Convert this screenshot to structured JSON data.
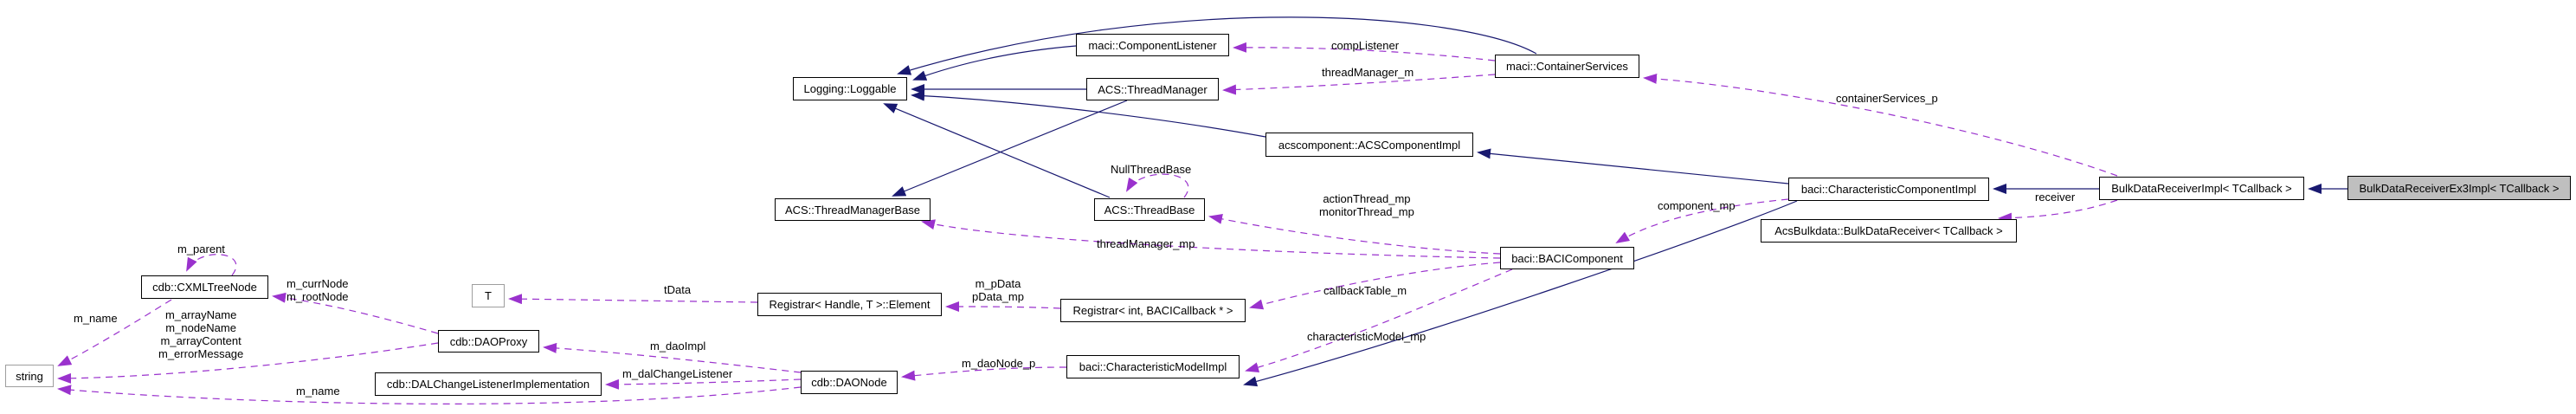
{
  "diagram": {
    "kind": "collaboration-graph",
    "highlighted_node": "BulkDataReceiverEx3Impl< TCallback >",
    "colors": {
      "background": "#ffffff",
      "node_fill": "#ffffff",
      "node_border": "#000000",
      "external_node_border": "#9e9e9e",
      "highlight_node_fill": "#bfbfbf",
      "inheritance_edge": "#191970",
      "usage_edge": "#9a32cd",
      "label_text": "#000000"
    }
  },
  "nodes": {
    "loggable": {
      "label": "Logging::Loggable"
    },
    "component_listener": {
      "label": "maci::ComponentListener"
    },
    "thread_manager": {
      "label": "ACS::ThreadManager"
    },
    "container_services": {
      "label": "maci::ContainerServices"
    },
    "acscomponent_impl": {
      "label": "acscomponent::ACSComponentImpl"
    },
    "thread_base": {
      "label": "ACS::ThreadBase"
    },
    "thread_manager_base": {
      "label": "ACS::ThreadManagerBase"
    },
    "char_component_impl": {
      "label": "baci::CharacteristicComponentImpl"
    },
    "bulkdata_receiver_impl": {
      "label": "BulkDataReceiverImpl< TCallback >"
    },
    "bulkdata_receiver_ex3": {
      "label": "BulkDataReceiverEx3Impl< TCallback >"
    },
    "acsbulkdata_receiver": {
      "label": "AcsBulkdata::BulkDataReceiver< TCallback >"
    },
    "baci_component": {
      "label": "baci::BACIComponent"
    },
    "cxmltreenode": {
      "label": "cdb::CXMLTreeNode"
    },
    "t": {
      "label": "T"
    },
    "registrar_element": {
      "label": "Registrar< Handle, T >::Element"
    },
    "registrar_int": {
      "label": "Registrar< int, BACICallback * >"
    },
    "char_model_impl": {
      "label": "baci::CharacteristicModelImpl"
    },
    "daoproxy": {
      "label": "cdb::DAOProxy"
    },
    "dalchangelistener": {
      "label": "cdb::DALChangeListenerImplementation"
    },
    "daonode": {
      "label": "cdb::DAONode"
    },
    "string": {
      "label": "string"
    }
  },
  "edge_labels": {
    "comp_listener": {
      "lines": [
        "compListener"
      ]
    },
    "thread_manager_m": {
      "lines": [
        "threadManager_m"
      ]
    },
    "container_services_p": {
      "lines": [
        "containerServices_p"
      ]
    },
    "component_mp": {
      "lines": [
        "component_mp"
      ]
    },
    "action_monitor": {
      "lines": [
        "actionThread_mp",
        "monitorThread_mp"
      ]
    },
    "thread_manager_mp": {
      "lines": [
        "threadManager_mp"
      ]
    },
    "null_thread_base": {
      "lines": [
        "NullThreadBase"
      ]
    },
    "callback_table_m": {
      "lines": [
        "callbackTable_m"
      ]
    },
    "characteristic_model_mp": {
      "lines": [
        "characteristicModel_mp"
      ]
    },
    "m_pdata": {
      "lines": [
        "m_pData",
        "pData_mp"
      ]
    },
    "tdata": {
      "lines": [
        "tData"
      ]
    },
    "m_parent": {
      "lines": [
        "m_parent"
      ]
    },
    "m_currnode": {
      "lines": [
        "m_currNode",
        "m_rootNode"
      ]
    },
    "m_name_tree": {
      "lines": [
        "m_name"
      ]
    },
    "m_array_block": {
      "lines": [
        "m_arrayName",
        "m_nodeName",
        "m_arrayContent",
        "m_errorMessage"
      ]
    },
    "m_daoimpl": {
      "lines": [
        "m_daoImpl"
      ]
    },
    "m_dalchangelistener": {
      "lines": [
        "m_dalChangeListener"
      ]
    },
    "m_name_daonode": {
      "lines": [
        "m_name"
      ]
    },
    "m_daonode_p": {
      "lines": [
        "m_daoNode_p"
      ]
    },
    "receiver": {
      "lines": [
        "receiver"
      ]
    }
  },
  "edges": [
    {
      "from": "maci::ComponentListener",
      "to": "Logging::Loggable",
      "type": "inheritance"
    },
    {
      "from": "ACS::ThreadManager",
      "to": "Logging::Loggable",
      "type": "inheritance"
    },
    {
      "from": "maci::ContainerServices",
      "to": "Logging::Loggable",
      "type": "inheritance"
    },
    {
      "from": "acscomponent::ACSComponentImpl",
      "to": "Logging::Loggable",
      "type": "inheritance"
    },
    {
      "from": "ACS::ThreadBase",
      "to": "Logging::Loggable",
      "type": "inheritance"
    },
    {
      "from": "ACS::ThreadManager",
      "to": "ACS::ThreadManagerBase",
      "type": "inheritance"
    },
    {
      "from": "baci::CharacteristicComponentImpl",
      "to": "acscomponent::ACSComponentImpl",
      "type": "inheritance"
    },
    {
      "from": "baci::CharacteristicComponentImpl",
      "to": "baci::CharacteristicModelImpl",
      "type": "inheritance"
    },
    {
      "from": "BulkDataReceiverImpl< TCallback >",
      "to": "baci::CharacteristicComponentImpl",
      "type": "inheritance"
    },
    {
      "from": "BulkDataReceiverEx3Impl< TCallback >",
      "to": "BulkDataReceiverImpl< TCallback >",
      "type": "inheritance"
    },
    {
      "from": "maci::ContainerServices",
      "to": "maci::ComponentListener",
      "type": "usage",
      "label": "compListener"
    },
    {
      "from": "maci::ContainerServices",
      "to": "ACS::ThreadManager",
      "type": "usage",
      "label": "threadManager_m"
    },
    {
      "from": "BulkDataReceiverImpl< TCallback >",
      "to": "maci::ContainerServices",
      "type": "usage",
      "label": "containerServices_p"
    },
    {
      "from": "baci::CharacteristicComponentImpl",
      "to": "baci::BACIComponent",
      "type": "usage",
      "label": "component_mp"
    },
    {
      "from": "baci::BACIComponent",
      "to": "ACS::ThreadBase",
      "type": "usage",
      "label": "actionThread_mp monitorThread_mp"
    },
    {
      "from": "baci::BACIComponent",
      "to": "ACS::ThreadManagerBase",
      "type": "usage",
      "label": "threadManager_mp"
    },
    {
      "from": "baci::BACIComponent",
      "to": "Registrar< int, BACICallback * >",
      "type": "usage",
      "label": "callbackTable_m"
    },
    {
      "from": "baci::BACIComponent",
      "to": "baci::CharacteristicModelImpl",
      "type": "usage",
      "label": "characteristicModel_mp"
    },
    {
      "from": "Registrar< int, BACICallback * >",
      "to": "Registrar< Handle, T >::Element",
      "type": "usage",
      "label": "m_pData pData_mp"
    },
    {
      "from": "Registrar< Handle, T >::Element",
      "to": "T",
      "type": "usage",
      "label": "tData"
    },
    {
      "from": "ACS::ThreadBase",
      "to": "ACS::ThreadBase",
      "type": "usage",
      "label": "NullThreadBase"
    },
    {
      "from": "cdb::CXMLTreeNode",
      "to": "cdb::CXMLTreeNode",
      "type": "usage",
      "label": "m_parent"
    },
    {
      "from": "cdb::DAOProxy",
      "to": "cdb::CXMLTreeNode",
      "type": "usage",
      "label": "m_currNode m_rootNode"
    },
    {
      "from": "cdb::CXMLTreeNode",
      "to": "string",
      "type": "usage",
      "label": "m_name"
    },
    {
      "from": "cdb::DAOProxy",
      "to": "string",
      "type": "usage",
      "label": "m_arrayName m_nodeName m_arrayContent m_errorMessage"
    },
    {
      "from": "cdb::DAONode",
      "to": "string",
      "type": "usage",
      "label": "m_name"
    },
    {
      "from": "cdb::DAONode",
      "to": "cdb::DALChangeListenerImplementation",
      "type": "usage",
      "label": "m_dalChangeListener"
    },
    {
      "from": "cdb::DAONode",
      "to": "cdb::DAOProxy",
      "type": "usage",
      "label": "m_daoImpl"
    },
    {
      "from": "baci::CharacteristicModelImpl",
      "to": "cdb::DAONode",
      "type": "usage",
      "label": "m_daoNode_p"
    },
    {
      "from": "BulkDataReceiverImpl< TCallback >",
      "to": "AcsBulkdata::BulkDataReceiver< TCallback >",
      "type": "usage",
      "label": "receiver"
    }
  ]
}
